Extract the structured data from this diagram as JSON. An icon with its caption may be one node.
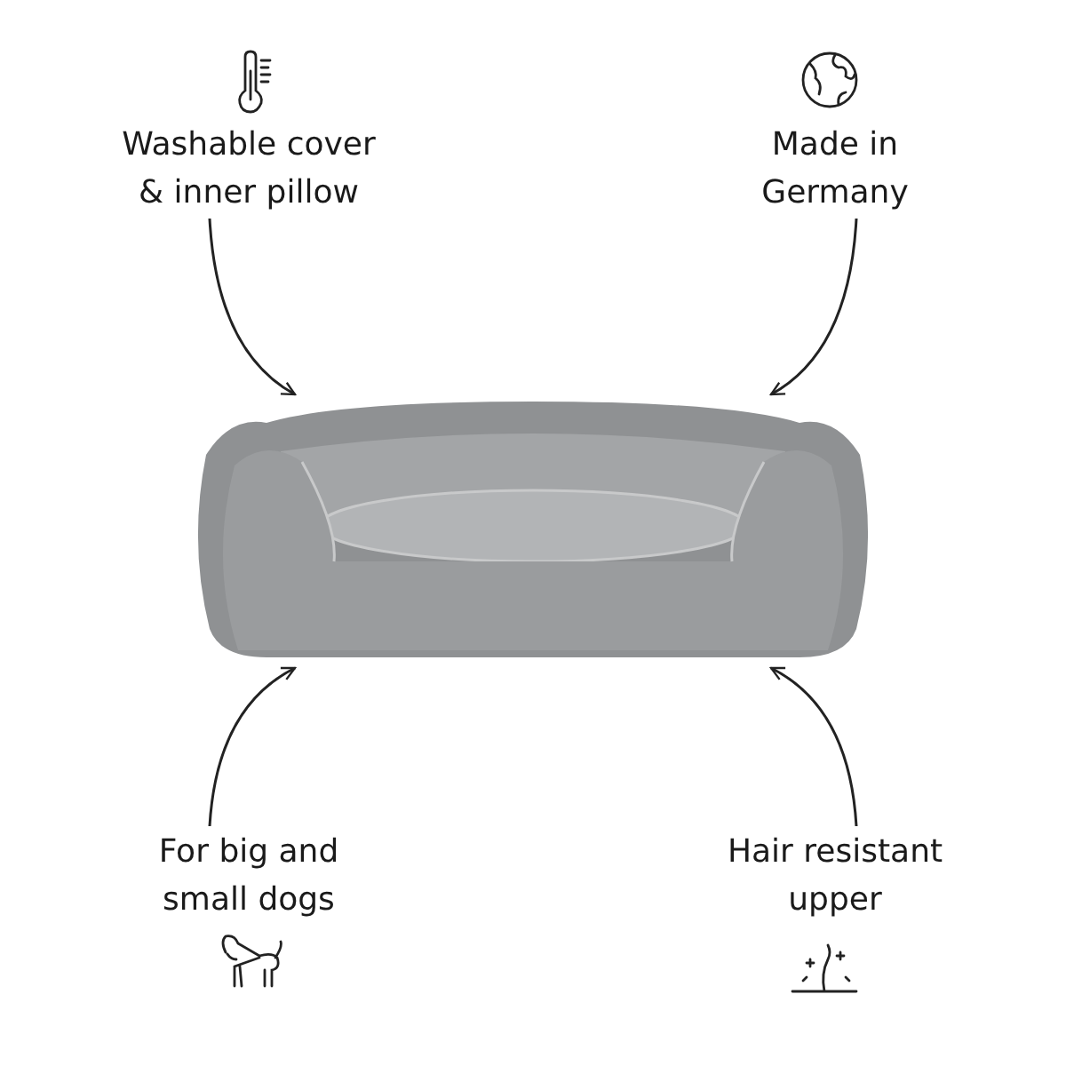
{
  "diagram": {
    "nodes": [
      {
        "text": [
          "Washable cover & inner pillow"
        ]
      },
      {
        "text": [
          "Made in Germany"
        ]
      },
      {
        "text": [],
        "shape": "picture"
      },
      {
        "text": [
          "For big and small dogs"
        ]
      },
      {
        "text": [
          "Hair resistant upper"
        ]
      }
    ],
    "edges": [
      {
        "from": 0,
        "to": 2,
        "arrow": "to"
      },
      {
        "from": 1,
        "to": 2,
        "arrow": "to"
      },
      {
        "from": 3,
        "to": 2,
        "arrow": "to"
      },
      {
        "from": 4,
        "to": 2,
        "arrow": "to"
      }
    ]
  }
}
